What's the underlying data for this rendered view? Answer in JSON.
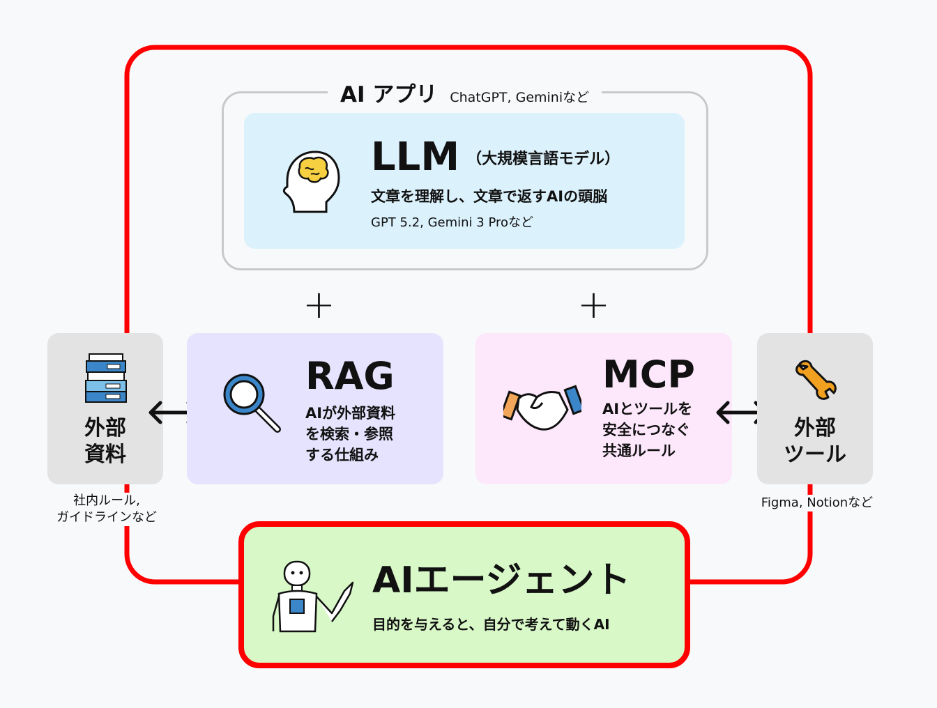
{
  "colors": {
    "loop": "#ff0000",
    "llm_bg": "#dbf1fb",
    "rag_bg": "#e5e3fd",
    "mcp_bg": "#fde8fb",
    "external_bg": "#e3e3e3",
    "agent_bg": "#d8f8c8"
  },
  "app": {
    "title": "AI アプリ",
    "subtitle": "ChatGPT, Geminiなど"
  },
  "llm": {
    "title": "LLM",
    "title_note": "（大規模言語モデル）",
    "description": "文章を理解し、文章で返すAIの頭脳",
    "examples": "GPT 5.2, Gemini 3 Proなど",
    "icon": "brain-head-icon"
  },
  "plus": [
    "+",
    "+"
  ],
  "external_docs": {
    "label_line1": "外部",
    "label_line2": "資料",
    "note_line1": "社内ルール,",
    "note_line2": "ガイドラインなど",
    "icon": "file-cabinet-icon"
  },
  "rag": {
    "title": "RAG",
    "desc_line1": "AIが外部資料",
    "desc_line2": "を検索・参照",
    "desc_line3": "する仕組み",
    "icon": "magnifier-icon"
  },
  "mcp": {
    "title": "MCP",
    "desc_line1": "AIとツールを",
    "desc_line2": "安全につなぐ",
    "desc_line3": "共通ルール",
    "icon": "handshake-icon"
  },
  "external_tools": {
    "label_line1": "外部",
    "label_line2": "ツール",
    "note": "Figma, Notionなど",
    "icon": "wrench-icon"
  },
  "agent": {
    "title": "AIエージェント",
    "description": "目的を与えると、自分で考えて動くAI",
    "icon": "robot-icon"
  }
}
